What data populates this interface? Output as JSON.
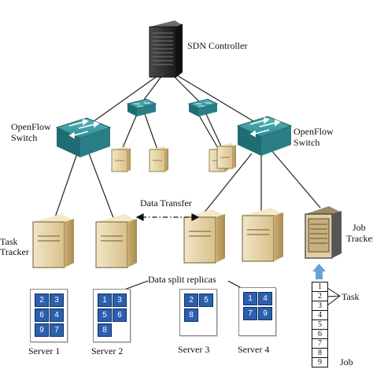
{
  "labels": {
    "sdn_controller": "SDN Controller",
    "openflow_left_line1": "OpenFlow",
    "openflow_left_line2": "Switch",
    "openflow_right_line1": "OpenFlow",
    "openflow_right_line2": "Switch",
    "data_transfer": "Data Transfer",
    "task_tracker_line1": "Task",
    "task_tracker_line2": "Tracker",
    "job_tracker_line1": "Job",
    "job_tracker_line2": "Tracker",
    "data_split_replicas": "Data split replicas",
    "task": "Task",
    "job": "Job"
  },
  "servers": [
    {
      "name": "Server 1",
      "blocks": [
        "2",
        "3",
        "6",
        "4",
        "9",
        "7"
      ]
    },
    {
      "name": "Server 2",
      "blocks": [
        "1",
        "3",
        "5",
        "6",
        "8"
      ]
    },
    {
      "name": "Server 3",
      "blocks": [
        "2",
        "5",
        "8"
      ]
    },
    {
      "name": "Server 4",
      "blocks": [
        "1",
        "4",
        "7",
        "9"
      ]
    }
  ],
  "job_tasks": [
    "1",
    "2",
    "3",
    "4",
    "5",
    "6",
    "7",
    "8",
    "9"
  ],
  "colors": {
    "switch_top": "#3a9aa0",
    "switch_side": "#1f6d74",
    "block_fill": "#2c5fae",
    "job_arrow": "#6aa0d8",
    "controller": "#2a2a2a",
    "server_body": "#e6d3a8"
  }
}
